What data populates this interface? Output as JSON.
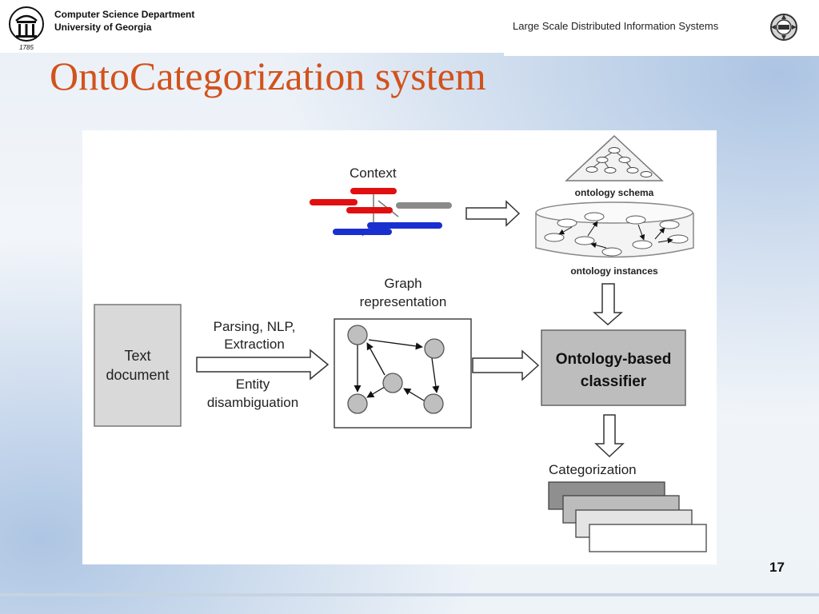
{
  "header": {
    "department": "Computer Science Department",
    "university": "University of Georgia",
    "logo_year": "1785",
    "course": "Large Scale Distributed Information Systems"
  },
  "slide": {
    "title": "OntoCategorization system",
    "page_number": "17"
  },
  "diagram": {
    "context_label": "Context",
    "ontology_schema_label": "ontology schema",
    "ontology_instances_label": "ontology instances",
    "graph_label_line1": "Graph",
    "graph_label_line2": "representation",
    "text_document_line1": "Text",
    "text_document_line2": "document",
    "parsing_line1": "Parsing, NLP,",
    "parsing_line2": "Extraction",
    "entity_line1": "Entity",
    "entity_line2": "disambiguation",
    "classifier_line1": "Ontology-based",
    "classifier_line2": "classifier",
    "categorization_label": "Categorization",
    "colors": {
      "red": "#e01010",
      "blue": "#1a2fd0",
      "gray": "#8a8a8a",
      "classifier_fill": "#bdbdbd",
      "document_fill": "#d9d9d9",
      "node_fill": "#bfbfbf"
    }
  }
}
